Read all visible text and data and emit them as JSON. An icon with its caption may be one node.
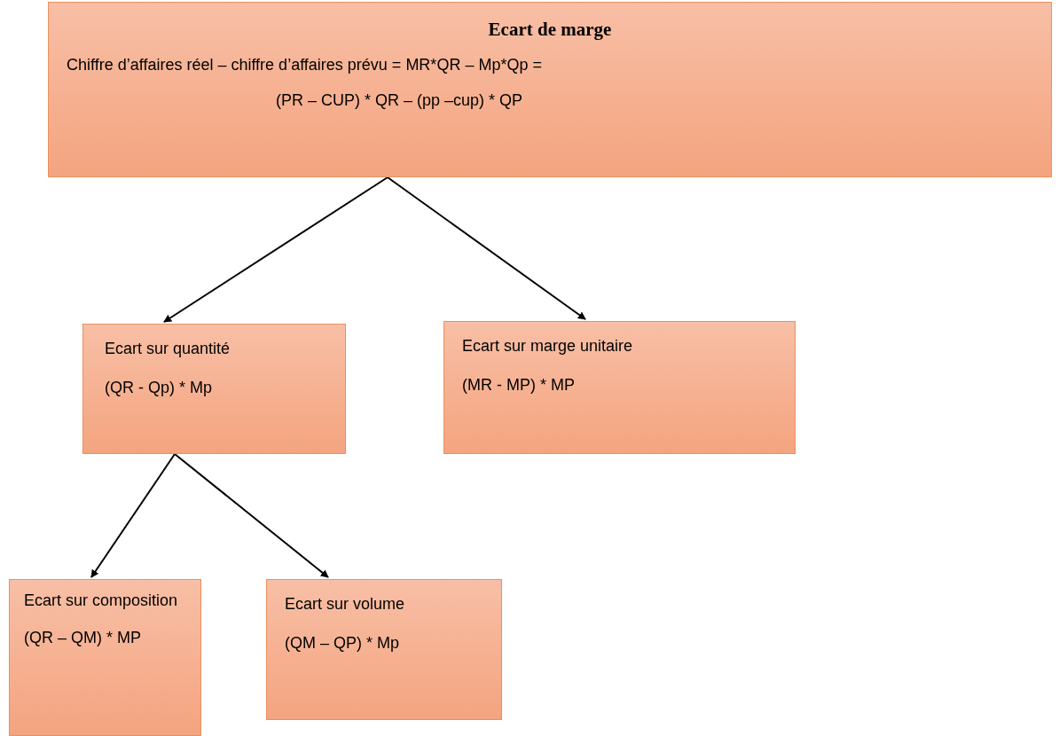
{
  "diagram": {
    "nodes": [
      {
        "text": [
          "Ecart de marge",
          "Chiffre d’affaires réel – chiffre d’affaires prévu = MR*QR – Mp*Qp =",
          "(PR – CUP) * QR – (pp –cup) * QP"
        ]
      },
      {
        "text": [
          "Ecart sur quantité",
          "(QR - Qp) * Mp"
        ]
      },
      {
        "text": [
          "Ecart sur marge unitaire",
          "(MR - MP) * MP"
        ]
      },
      {
        "text": [
          "Ecart sur composition",
          "(QR – QM) * MP"
        ]
      },
      {
        "text": [
          "Ecart sur volume",
          "(QM – QP) * Mp"
        ]
      }
    ],
    "edges": [
      {
        "from": 0,
        "to": 1,
        "arrow": "to"
      },
      {
        "from": 0,
        "to": 2,
        "arrow": "to"
      },
      {
        "from": 1,
        "to": 3,
        "arrow": "to"
      },
      {
        "from": 1,
        "to": 4,
        "arrow": "to"
      }
    ]
  }
}
